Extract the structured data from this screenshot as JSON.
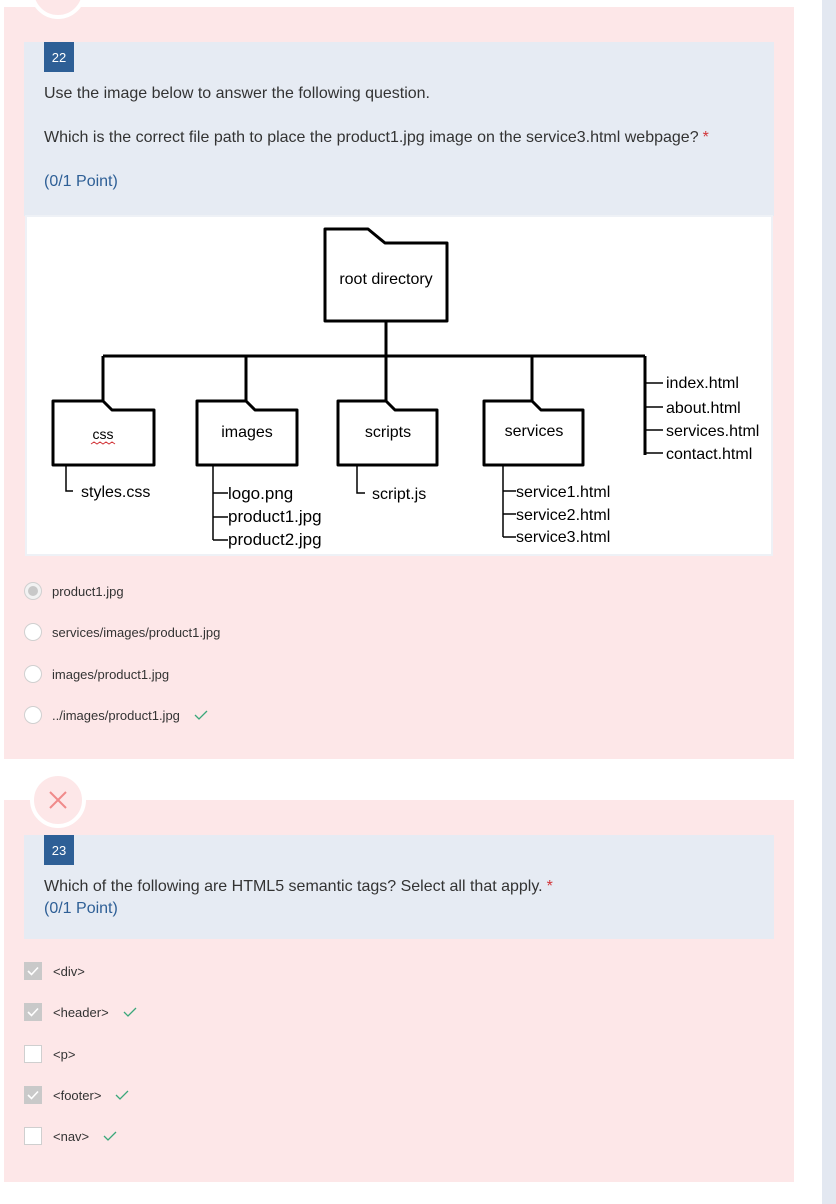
{
  "colors": {
    "card_bg": "#fde7e8",
    "header_bg": "#e6ebf3",
    "number_badge": "#2e5f96",
    "points_text": "#2e5f96",
    "wrong_mark": "#f08a8a",
    "correct_check": "#3aa77a"
  },
  "q22": {
    "number": "22",
    "intro": "Use the image below to answer the following question.",
    "question": "Which is the correct file path to place the product1.jpg image on the service3.html webpage?",
    "required_marker": "*",
    "points": "(0/1 Point)",
    "diagram": {
      "root": "root directory",
      "folders": [
        "css",
        "images",
        "scripts",
        "services"
      ],
      "css_files": [
        "styles.css"
      ],
      "images_files": [
        "logo.png",
        "product1.jpg",
        "product2.jpg"
      ],
      "scripts_files": [
        "script.js"
      ],
      "services_files": [
        "service1.html",
        "service2.html",
        "service3.html"
      ],
      "root_files": [
        "index.html",
        "about.html",
        "services.html",
        "contact.html"
      ]
    },
    "options": [
      {
        "label": "product1.jpg",
        "selected": true,
        "correct": false
      },
      {
        "label": "services/images/product1.jpg",
        "selected": false,
        "correct": false
      },
      {
        "label": "images/product1.jpg",
        "selected": false,
        "correct": false
      },
      {
        "label": "../images/product1.jpg",
        "selected": false,
        "correct": true
      }
    ]
  },
  "q23": {
    "number": "23",
    "question": "Which of the following are HTML5 semantic tags? Select all that apply.",
    "required_marker": "*",
    "points": "(0/1 Point)",
    "options": [
      {
        "label": "<div>",
        "checked": true,
        "correct": false
      },
      {
        "label": "<header>",
        "checked": true,
        "correct": true
      },
      {
        "label": "<p>",
        "checked": false,
        "correct": false
      },
      {
        "label": "<footer>",
        "checked": true,
        "correct": true
      },
      {
        "label": "<nav>",
        "checked": false,
        "correct": true
      }
    ]
  }
}
